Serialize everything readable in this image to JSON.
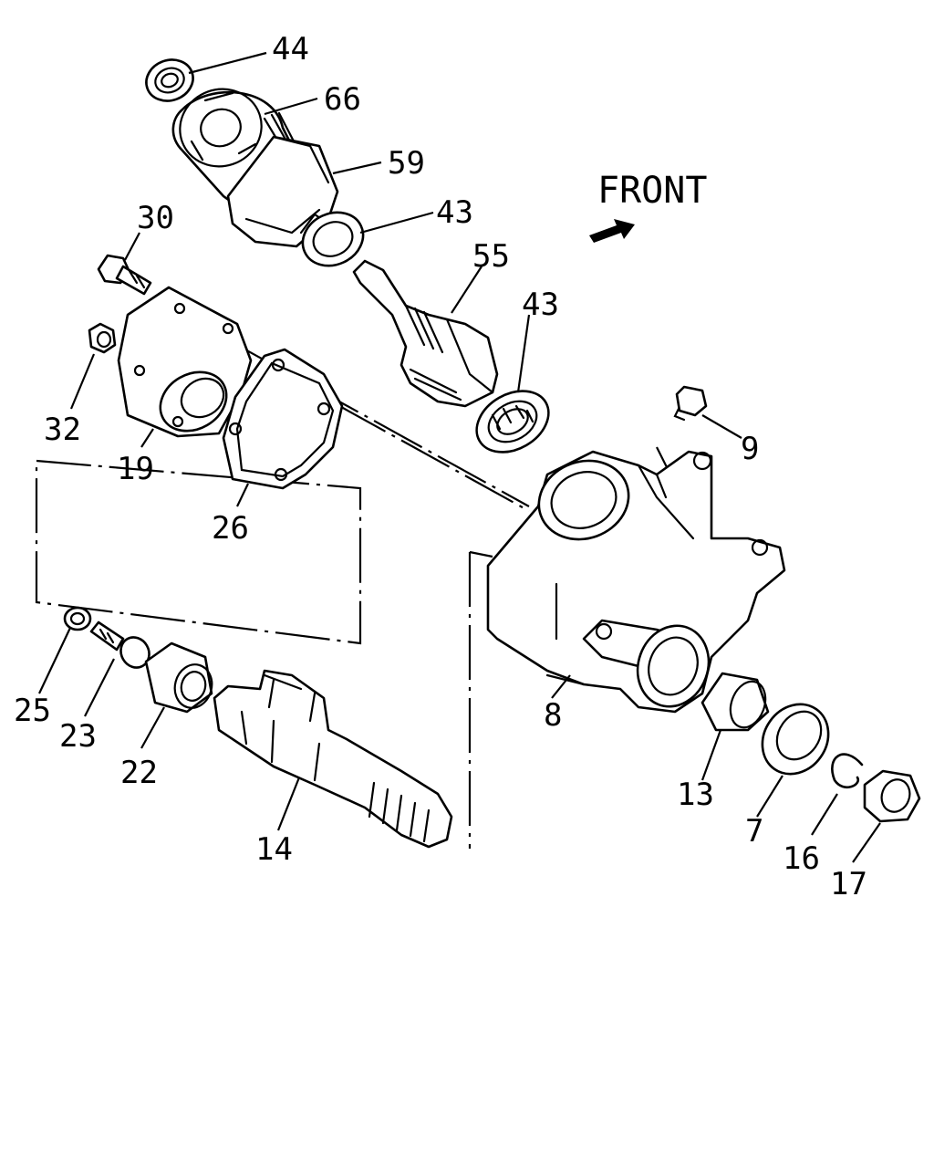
{
  "orientation": {
    "label": "FRONT",
    "icon": "arrow-right-up-icon"
  },
  "callouts": {
    "c44": "44",
    "c66": "66",
    "c59": "59",
    "c43a": "43",
    "c30": "30",
    "c55": "55",
    "c43b": "43",
    "c32": "32",
    "c9": "9",
    "c19": "19",
    "c26": "26",
    "c25": "25",
    "c23": "23",
    "c22": "22",
    "c14": "14",
    "c8": "8",
    "c13": "13",
    "c7": "7",
    "c16": "16",
    "c17": "17"
  }
}
